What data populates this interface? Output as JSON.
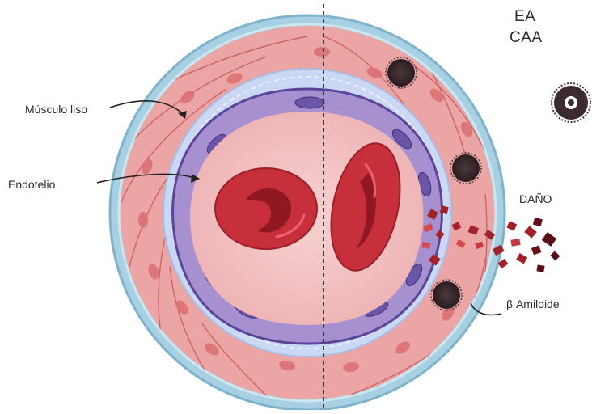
{
  "labels": {
    "top_right_1": "EA",
    "top_right_2": "CAA",
    "smooth_muscle": "Músculo liso",
    "endothelium": "Endotelio",
    "damage": "DAÑO",
    "amyloid": "β Amiloide"
  },
  "colors": {
    "adventitia": "#9cc9dc",
    "muscle_layer": "#e9a3a3",
    "muscle_cell": "#d96f72",
    "elastic_lamina": "#c9d6f2",
    "endothelium": "#9a86c6",
    "endothelium_nucleus": "#6e5aa8",
    "lumen": "#f2c3c3",
    "rbc": "#c8323e",
    "damage": "#a2242c",
    "amyloid_plaque": "#3a2a2e"
  }
}
